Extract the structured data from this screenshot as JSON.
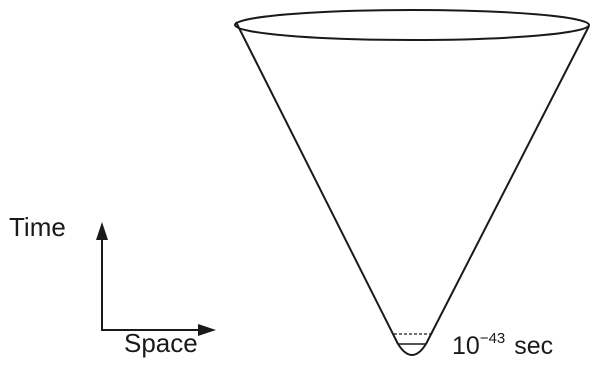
{
  "labels": {
    "time": "Time",
    "space": "Space",
    "epoch_base": "10",
    "epoch_exponent": "−43",
    "epoch_unit": "sec"
  },
  "colors": {
    "ink": "#1a1a1a",
    "background": "#ffffff"
  }
}
